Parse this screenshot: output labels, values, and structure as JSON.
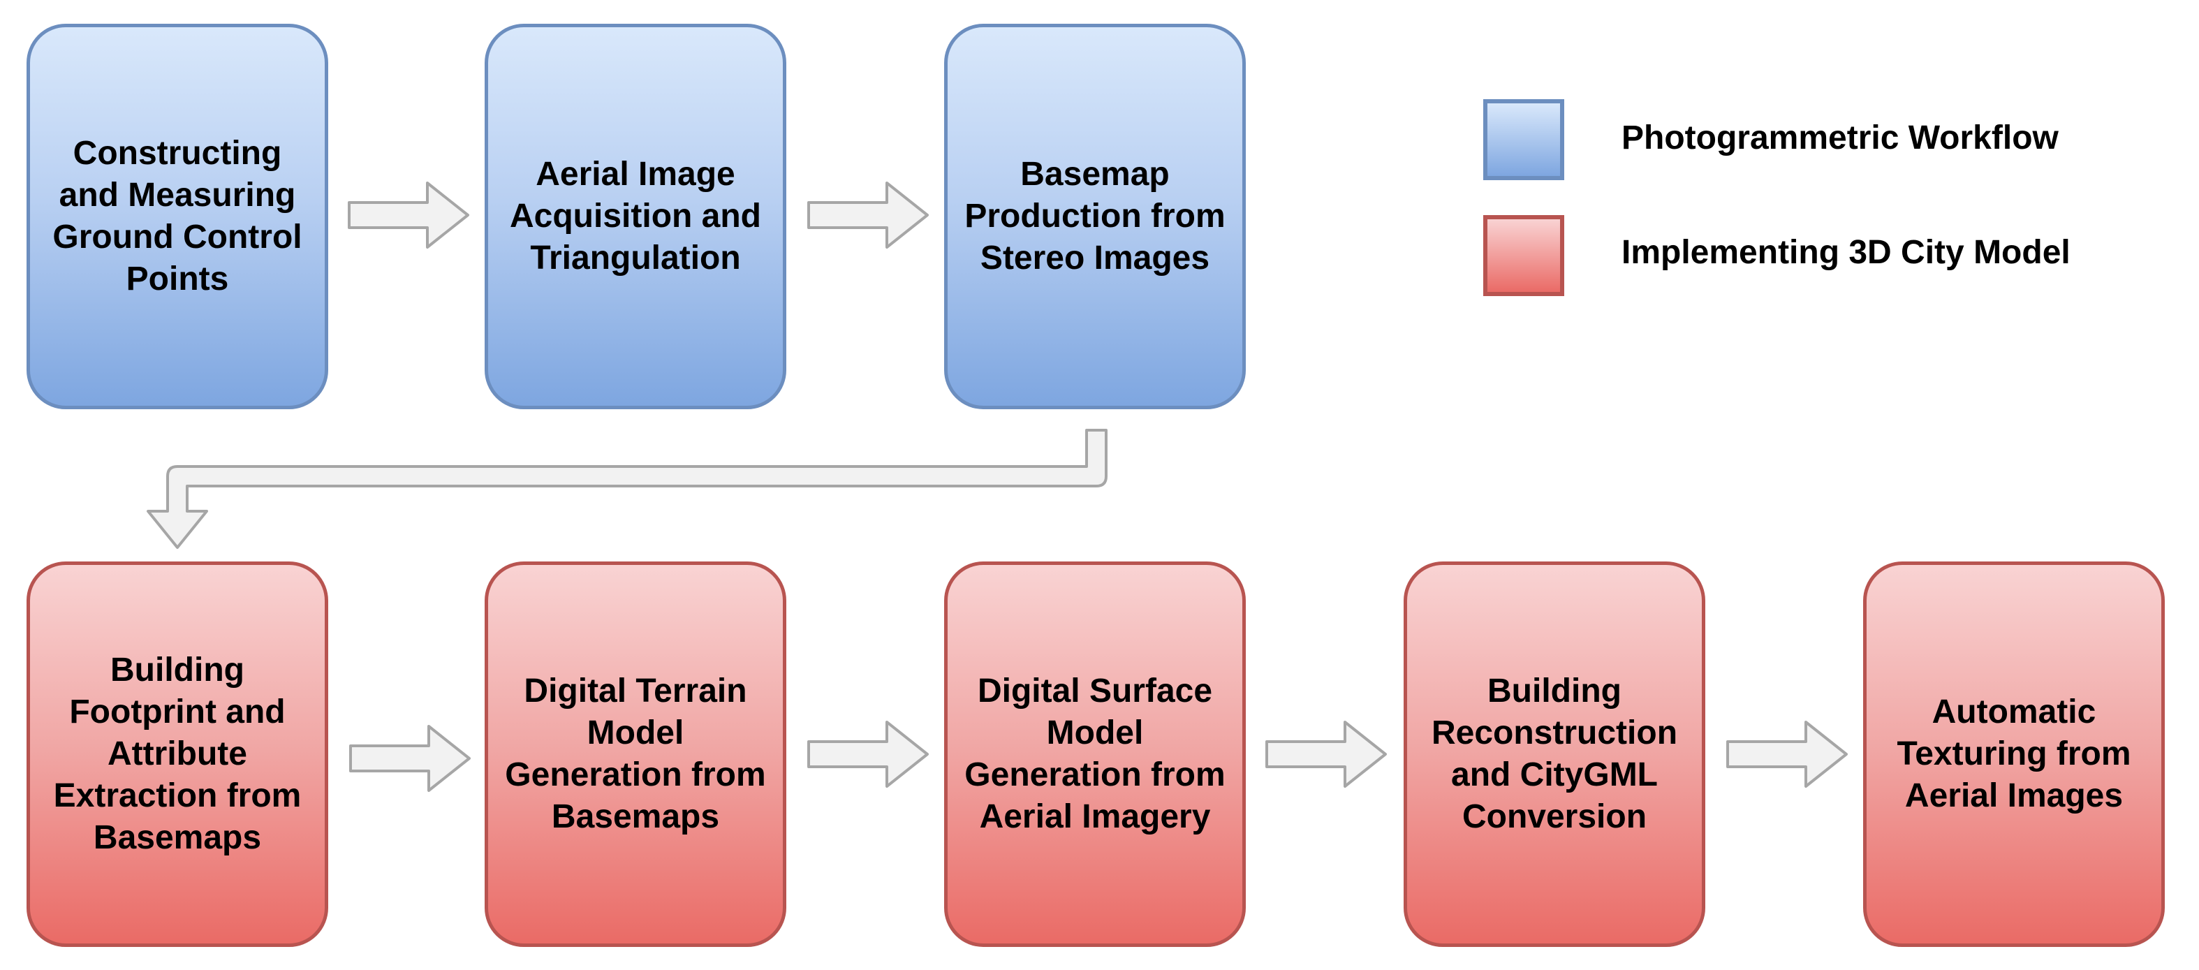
{
  "legend": [
    {
      "label": "Photogrammetric Workflow",
      "color": "blue"
    },
    {
      "label": "Implementing 3D City Model",
      "color": "red"
    }
  ],
  "workflow": {
    "row1": [
      {
        "label": "Constructing\nand Measuring\nGround Control\nPoints"
      },
      {
        "label": "Aerial Image\nAcquisition and\nTriangulation"
      },
      {
        "label": "Basemap\nProduction from\nStereo Images"
      }
    ],
    "row2": [
      {
        "label": "Building\nFootprint and\nAttribute\nExtraction from\nBasemaps"
      },
      {
        "label": "Digital Terrain\nModel\nGeneration from\nBasemaps"
      },
      {
        "label": "Digital Surface\nModel\nGeneration from\nAerial Imagery"
      },
      {
        "label": "Building\nReconstruction\nand CityGML\nConversion"
      },
      {
        "label": "Automatic\nTexturing from\nAerial Images"
      }
    ]
  },
  "colors": {
    "blue_fill_top": "#d9e8fb",
    "blue_fill_bottom": "#7ea6e0",
    "blue_stroke": "#6c8ebf",
    "red_fill_top": "#f9d3d3",
    "red_fill_bottom": "#ea6b66",
    "red_stroke": "#b85450",
    "arrow_fill": "#f2f2f2",
    "arrow_stroke": "#a6a6a6"
  }
}
